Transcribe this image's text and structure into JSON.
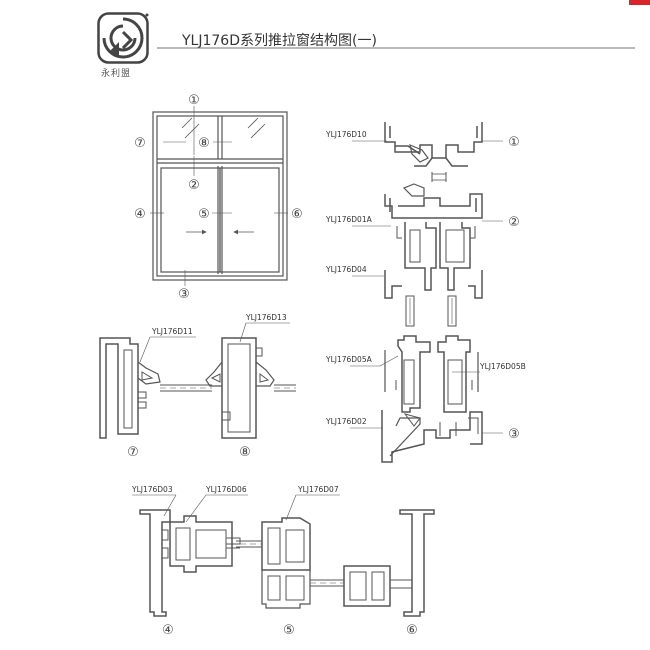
{
  "header": {
    "title": "YLJ176D系列推拉窗结构图(一)",
    "brand_name": "永利盟",
    "logo_icon": "brand-logo-icon",
    "accent_color": "#d9232a",
    "line_color": "#555555"
  },
  "callouts": {
    "c1": "①",
    "c2": "②",
    "c3": "③",
    "c4": "④",
    "c5": "⑤",
    "c6": "⑥",
    "c7": "⑦",
    "c8": "⑧"
  },
  "profiles": {
    "d10": "YLJ176D10",
    "d01a": "YLJ176D01A",
    "d04": "YLJ176D04",
    "d05a": "YLJ176D05A",
    "d05b": "YLJ176D05B",
    "d02": "YLJ176D02",
    "d11": "YLJ176D11",
    "d13": "YLJ176D13",
    "d03": "YLJ176D03",
    "d06": "YLJ176D06",
    "d07": "YLJ176D07"
  }
}
